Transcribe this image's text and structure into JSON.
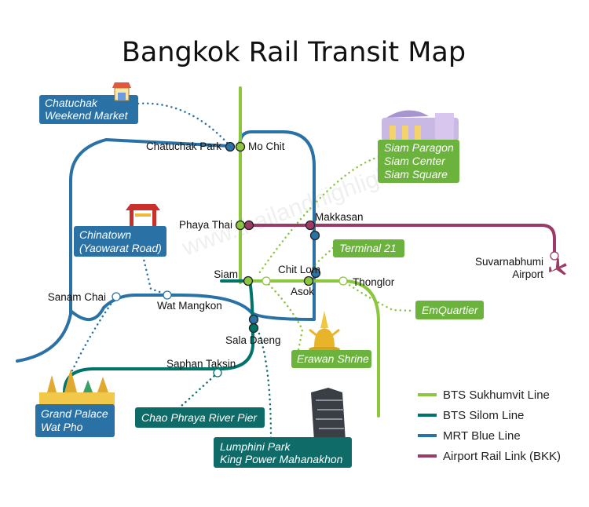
{
  "title": "Bangkok Rail Transit Map",
  "watermark": "www.thailandhighlights.com",
  "colors": {
    "sukhumvit": "#8cc63f",
    "silom": "#00736a",
    "mrt_blue": "#2a72a6",
    "airport": "#9b3a66",
    "blue_box": "#2a72a6",
    "green_box": "#6cb33e",
    "teal_box": "#0e6b67"
  },
  "stations": {
    "chatuchak_park": "Chatuchak Park",
    "mo_chit": "Mo Chit",
    "phaya_thai": "Phaya Thai",
    "makkasan": "Makkasan",
    "siam": "Siam",
    "chit_lom": "Chit Lom",
    "asok": "Asok",
    "thonglor": "Thonglor",
    "sanam_chai": "Sanam Chai",
    "wat_mangkon": "Wat Mangkon",
    "sala_daeng": "Sala Daeng",
    "saphan_taksin": "Saphan Taksin",
    "suvarnabhumi_1": "Suvarnabhumi",
    "suvarnabhumi_2": "Airport"
  },
  "attractions": {
    "chatuchak": [
      "Chatuchak",
      "Weekend Market"
    ],
    "siam_malls": [
      "Siam Paragon",
      "Siam Center",
      "Siam Square"
    ],
    "chinatown": [
      "Chinatown",
      "(Yaowarat Road)"
    ],
    "terminal21": "Terminal 21",
    "emquartier": "EmQuartier",
    "erawan": "Erawan Shrine",
    "grand_palace": [
      "Grand Palace",
      "Wat Pho"
    ],
    "river_pier": "Chao Phraya River Pier",
    "lumphini": [
      "Lumphini Park",
      "King Power Mahanakhon"
    ]
  },
  "legend": [
    {
      "label": "BTS Sukhumvit Line",
      "color": "#8cc63f"
    },
    {
      "label": "BTS Silom Line",
      "color": "#00736a"
    },
    {
      "label": "MRT Blue Line",
      "color": "#2a72a6"
    },
    {
      "label": "Airport Rail Link (BKK)",
      "color": "#9b3a66"
    }
  ]
}
